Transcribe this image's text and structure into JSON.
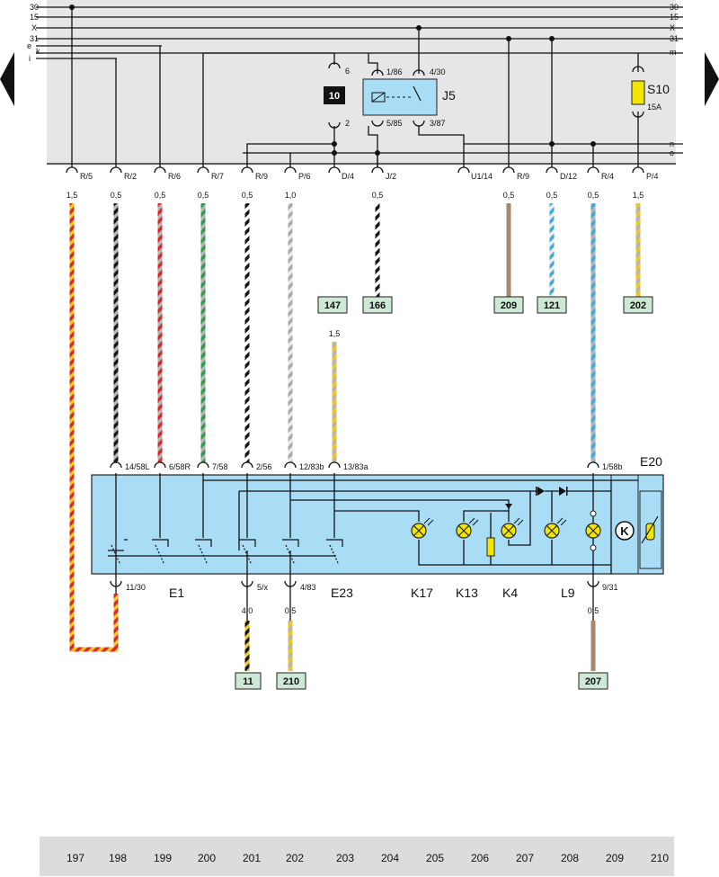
{
  "buses": {
    "left": [
      "30",
      "15",
      "X",
      "31",
      "e",
      "k",
      "i"
    ],
    "right": [
      "30",
      "15",
      "X",
      "31",
      "m"
    ],
    "lower_right": [
      "n",
      "o"
    ]
  },
  "top_connectors": [
    {
      "pin": "R/5",
      "gauge": "1,5"
    },
    {
      "pin": "R/2",
      "gauge": "0,5"
    },
    {
      "pin": "R/6",
      "gauge": "0,5"
    },
    {
      "pin": "R/7",
      "gauge": "0,5"
    },
    {
      "pin": "R/9",
      "gauge": "0,5"
    },
    {
      "pin": "P/6",
      "gauge": "1,0"
    },
    {
      "pin": "D/4",
      "gauge": ""
    },
    {
      "pin": "J/2",
      "gauge": "0,5"
    },
    {
      "pin": "U1/14",
      "gauge": ""
    },
    {
      "pin": "R/9",
      "gauge": "0,5"
    },
    {
      "pin": "D/12",
      "gauge": "0,5"
    },
    {
      "pin": "R/4",
      "gauge": "0,5"
    },
    {
      "pin": "P/4",
      "gauge": "1,5"
    }
  ],
  "fuse_panel": {
    "fuse_number": "10",
    "fuse_pin_top": "6",
    "fuse_pin_bottom": "2",
    "relay_name": "J5",
    "relay_pins": [
      "1/86",
      "4/30",
      "5/85",
      "3/87"
    ],
    "fuse_s10": {
      "name": "S10",
      "rating": "15A"
    }
  },
  "ref_boxes_upper": [
    {
      "text": "147",
      "gauge": "1,5"
    },
    {
      "text": "166"
    },
    {
      "text": "209"
    },
    {
      "text": "121"
    },
    {
      "text": "202"
    }
  ],
  "instrument": {
    "top_pins": [
      "14/58L",
      "6/58R",
      "7/58",
      "2/56",
      "12/83b",
      "13/83a",
      "1/58b"
    ],
    "bottom_pins": [
      "11/30",
      "5/x",
      "4/83",
      "9/31"
    ],
    "bottom_gauges": [
      "4,0",
      "0,5",
      "0,5"
    ],
    "component_labels": [
      "E1",
      "E23",
      "K17",
      "K13",
      "K4",
      "L9",
      "E20"
    ]
  },
  "ref_boxes_lower": [
    {
      "text": "11"
    },
    {
      "text": "210"
    },
    {
      "text": "207"
    }
  ],
  "ruler": [
    "197",
    "198",
    "199",
    "200",
    "201",
    "202",
    "203",
    "204",
    "205",
    "206",
    "207",
    "208",
    "209",
    "210"
  ],
  "wire_colors": {
    "red": "#d42a2a",
    "yellow": "#f0c81e",
    "black": "#161616",
    "grey": "#a9a9a9",
    "green": "#2e9a4a",
    "brown": "#a58870",
    "blue": "#41a9d8",
    "panel_bg": "#e6e6e6",
    "module_fill": "#a9dcf5",
    "relay_fill": "#a9dcf5",
    "fuse_yellow": "#f2e600",
    "ref_box_fill": "#cde8d4",
    "ruler_bg": "#dcdcdc"
  }
}
